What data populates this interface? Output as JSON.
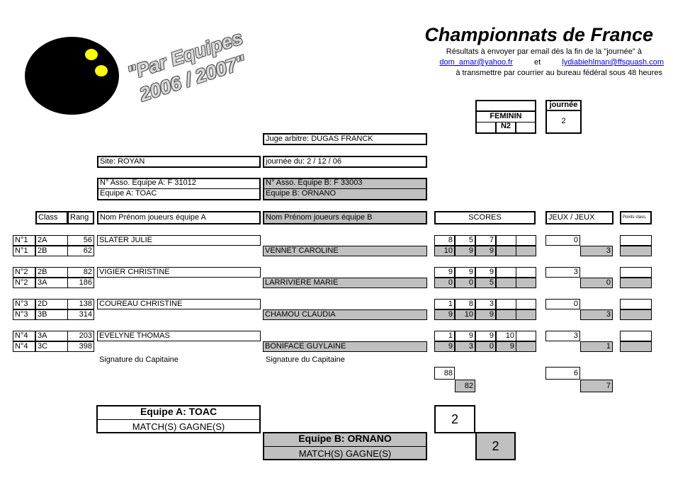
{
  "header": {
    "title": "Championnats de France",
    "line1": "Résultats à envoyer par email dès la fin de la \"journée\" à",
    "email1": "dom_amar@yahoo.fr",
    "et": "et",
    "email2": "lydiabiehlman@ffsquash.com",
    "line3": "à transmettre par courrier au bureau fédéral sous 48 heures"
  },
  "logo": {
    "line1": "\"Par Equipes",
    "line2": "2006 / 2007\""
  },
  "category": {
    "gender": "FEMININ",
    "division": "N2",
    "journee_label": "journée",
    "journee_value": "2"
  },
  "info": {
    "juge": "Juge arbitre: DUGAS FRANCK",
    "site": "Site: ROYAN",
    "journee_du": "journée du: 2 / 12 / 06",
    "asso_a": "N° Asso. Equipe A: F 31012",
    "equipe_a": "Equipe A: TOAC",
    "asso_b": "N° Asso. Equipe B:  F 33003",
    "equipe_b": "Equipe B: ORNANO"
  },
  "columns": {
    "class": "Class",
    "rang": "Rang",
    "joueurs_a": "Nom Prénom joueurs équipe A",
    "joueurs_b": "Nom Prénom joueurs équipe B",
    "scores": "SCORES",
    "jeux": "JEUX   /   JEUX",
    "points": "Points class."
  },
  "matches": [
    {
      "a": {
        "num": "N°1",
        "class": "2A",
        "rang": "56",
        "name": "SLATER JULIE",
        "scores": [
          "8",
          "5",
          "7",
          ""
        ],
        "jeux": "0"
      },
      "b": {
        "num": "N°1",
        "class": "2B",
        "rang": "62",
        "name": "VENNET CAROLINE",
        "scores": [
          "10",
          "9",
          "9",
          ""
        ],
        "jeux": "3"
      }
    },
    {
      "a": {
        "num": "N°2",
        "class": "2B",
        "rang": "82",
        "name": "VIGIER CHRISTINE",
        "scores": [
          "9",
          "9",
          "9",
          ""
        ],
        "jeux": "3"
      },
      "b": {
        "num": "N°2",
        "class": "3A",
        "rang": "186",
        "name": "LARRIVIERE MARIE",
        "scores": [
          "0",
          "0",
          "5",
          ""
        ],
        "jeux": "0"
      }
    },
    {
      "a": {
        "num": "N°3",
        "class": "2D",
        "rang": "138",
        "name": "COUREAU CHRISTINE",
        "scores": [
          "1",
          "8",
          "3",
          ""
        ],
        "jeux": "0"
      },
      "b": {
        "num": "N°3",
        "class": "3B",
        "rang": "314",
        "name": "CHAMOU CLAUDIA",
        "scores": [
          "9",
          "10",
          "9",
          ""
        ],
        "jeux": "3"
      }
    },
    {
      "a": {
        "num": "N°4",
        "class": "3A",
        "rang": "203",
        "name": "EVELYNE THOMAS",
        "scores": [
          "1",
          "9",
          "9",
          "10"
        ],
        "jeux": "3"
      },
      "b": {
        "num": "N°4",
        "class": "3C",
        "rang": "398",
        "name": "BONIFACE GUYLAINE",
        "scores": [
          "9",
          "3",
          "0",
          "9"
        ],
        "jeux": "1"
      }
    }
  ],
  "signatures": {
    "a": "Signature du Capitaine",
    "b": "Signature du Capitaine"
  },
  "totals": {
    "points_a": "88",
    "points_b": "82",
    "jeux_a": "6",
    "jeux_b": "7"
  },
  "result": {
    "team_a": "Equipe A: TOAC",
    "team_a_sub": "MATCH(S) GAGNE(S)",
    "team_a_score": "2",
    "team_b": "Equipe B: ORNANO",
    "team_b_sub": "MATCH(S) GAGNE(S)",
    "team_b_score": "2"
  },
  "colors": {
    "gray": "#c0c0c0",
    "ball": "#000000",
    "ball_spot": "#ffff00",
    "link": "#0000ee"
  }
}
